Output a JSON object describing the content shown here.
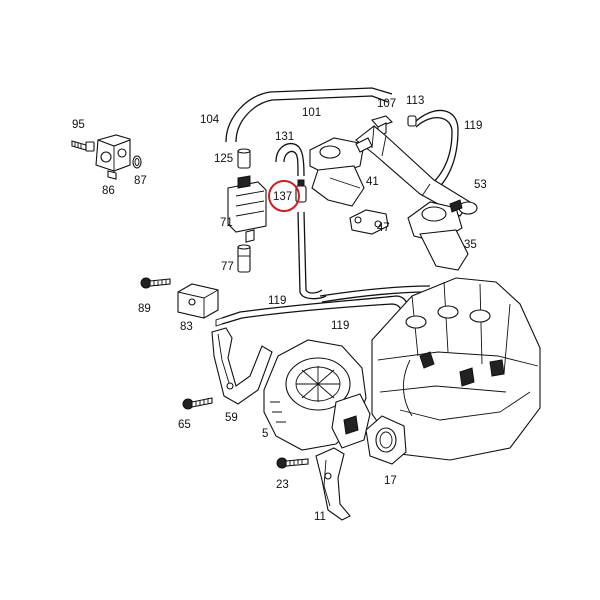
{
  "diagram": {
    "highlight_color": "#cc1f1f",
    "highlighted_callout": "137",
    "callouts": {
      "c95": "95",
      "c86": "86",
      "c87": "87",
      "c104": "104",
      "c101": "101",
      "c107": "107",
      "c113": "113",
      "c119a": "119",
      "c131": "131",
      "c125": "125",
      "c137": "137",
      "c71": "71",
      "c77": "77",
      "c41": "41",
      "c47": "47",
      "c53": "53",
      "c35": "35",
      "c89": "89",
      "c83": "83",
      "c119b": "119",
      "c119c": "119",
      "c59": "59",
      "c65": "65",
      "c5": "5",
      "c23": "23",
      "c17": "17",
      "c11": "11"
    }
  }
}
